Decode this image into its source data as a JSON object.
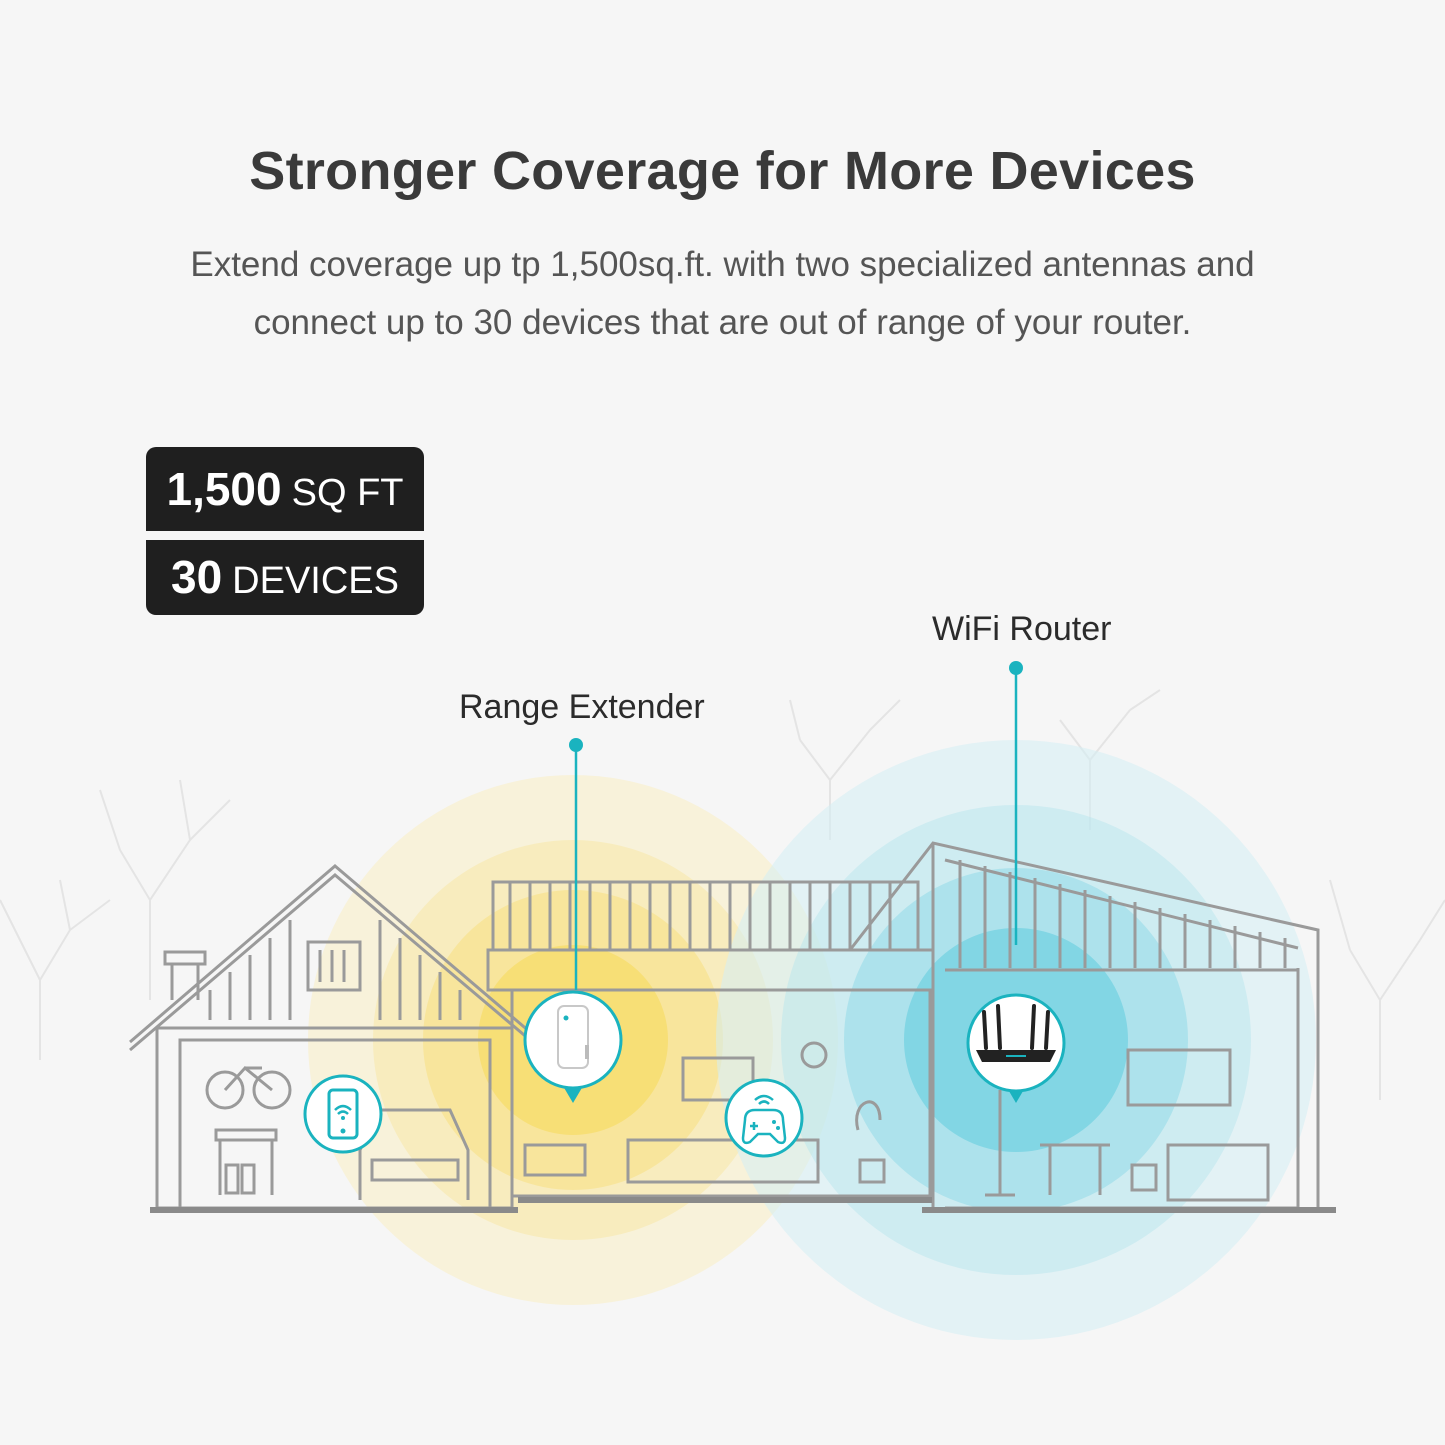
{
  "headline": "Stronger Coverage for More Devices",
  "subline": {
    "line1": "Extend coverage up tp 1,500sq.ft. with two specialized antennas and",
    "line2": "connect up to 30 devices that are out of range of your router."
  },
  "stats": {
    "coverage": {
      "value": "1,500",
      "unit": "SQ FT"
    },
    "devices": {
      "value": "30",
      "unit": "DEVICES"
    }
  },
  "labels": {
    "range_extender": "Range Extender",
    "wifi_router": "WiFi Router"
  },
  "colors": {
    "accent": "#1ab3bf",
    "extender_glow": "#f7d64a",
    "router_glow": "#33c3d6",
    "house_line": "#9a9a9a",
    "dark": "#1f1f1f"
  },
  "icons": [
    "phone-wifi-icon",
    "gamepad-wifi-icon",
    "range-extender-device-icon",
    "wifi-router-device-icon"
  ]
}
